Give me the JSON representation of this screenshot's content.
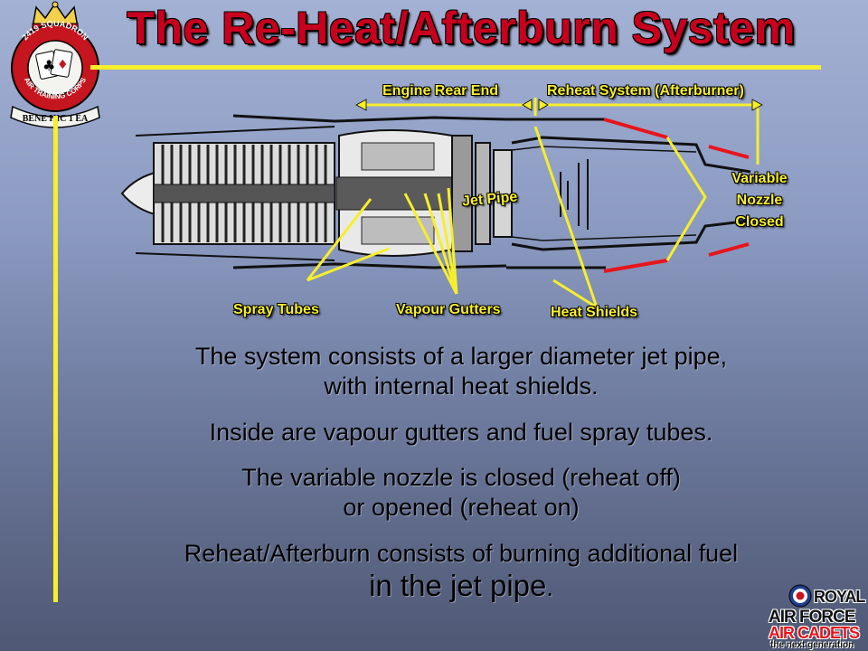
{
  "slide": {
    "title": "The Re-Heat/Afterburn System"
  },
  "diagram": {
    "labels": {
      "engine_rear_end": "Engine Rear End",
      "reheat_system": "Reheat System (Afterburner)",
      "variable_nozzle": [
        "Variable",
        "Nozzle",
        "Closed"
      ],
      "jet_pipe": "Jet Pipe",
      "spray_tubes": "Spray Tubes",
      "vapour_gutters": "Vapour Gutters",
      "heat_shields": "Heat Shields"
    }
  },
  "body": {
    "p1": [
      "The system consists of a larger diameter jet pipe,",
      "with internal heat shields."
    ],
    "p2": "Inside are vapour gutters and fuel spray tubes.",
    "p3": [
      "The variable nozzle is closed (reheat off)",
      "or opened (reheat on)"
    ],
    "p4_line1": "Reheat/Afterburn consists of burning additional fuel",
    "p4_line2": "in the jet pipe",
    "p4_end": "."
  },
  "crest": {
    "ring_top": "2419 SQUADRON",
    "ring_bottom": "AIR TRAINING CORPS",
    "motto": "BENE HIC 1 EA"
  },
  "logo": {
    "line1": "ROYAL",
    "line2": "AIR FORCE",
    "line3": "AIR CADETS",
    "line4": "the next generation"
  },
  "colors": {
    "title": "#c8001e",
    "label_yellow": "#f8ef2c",
    "nozzle_red": "#e8141c"
  }
}
